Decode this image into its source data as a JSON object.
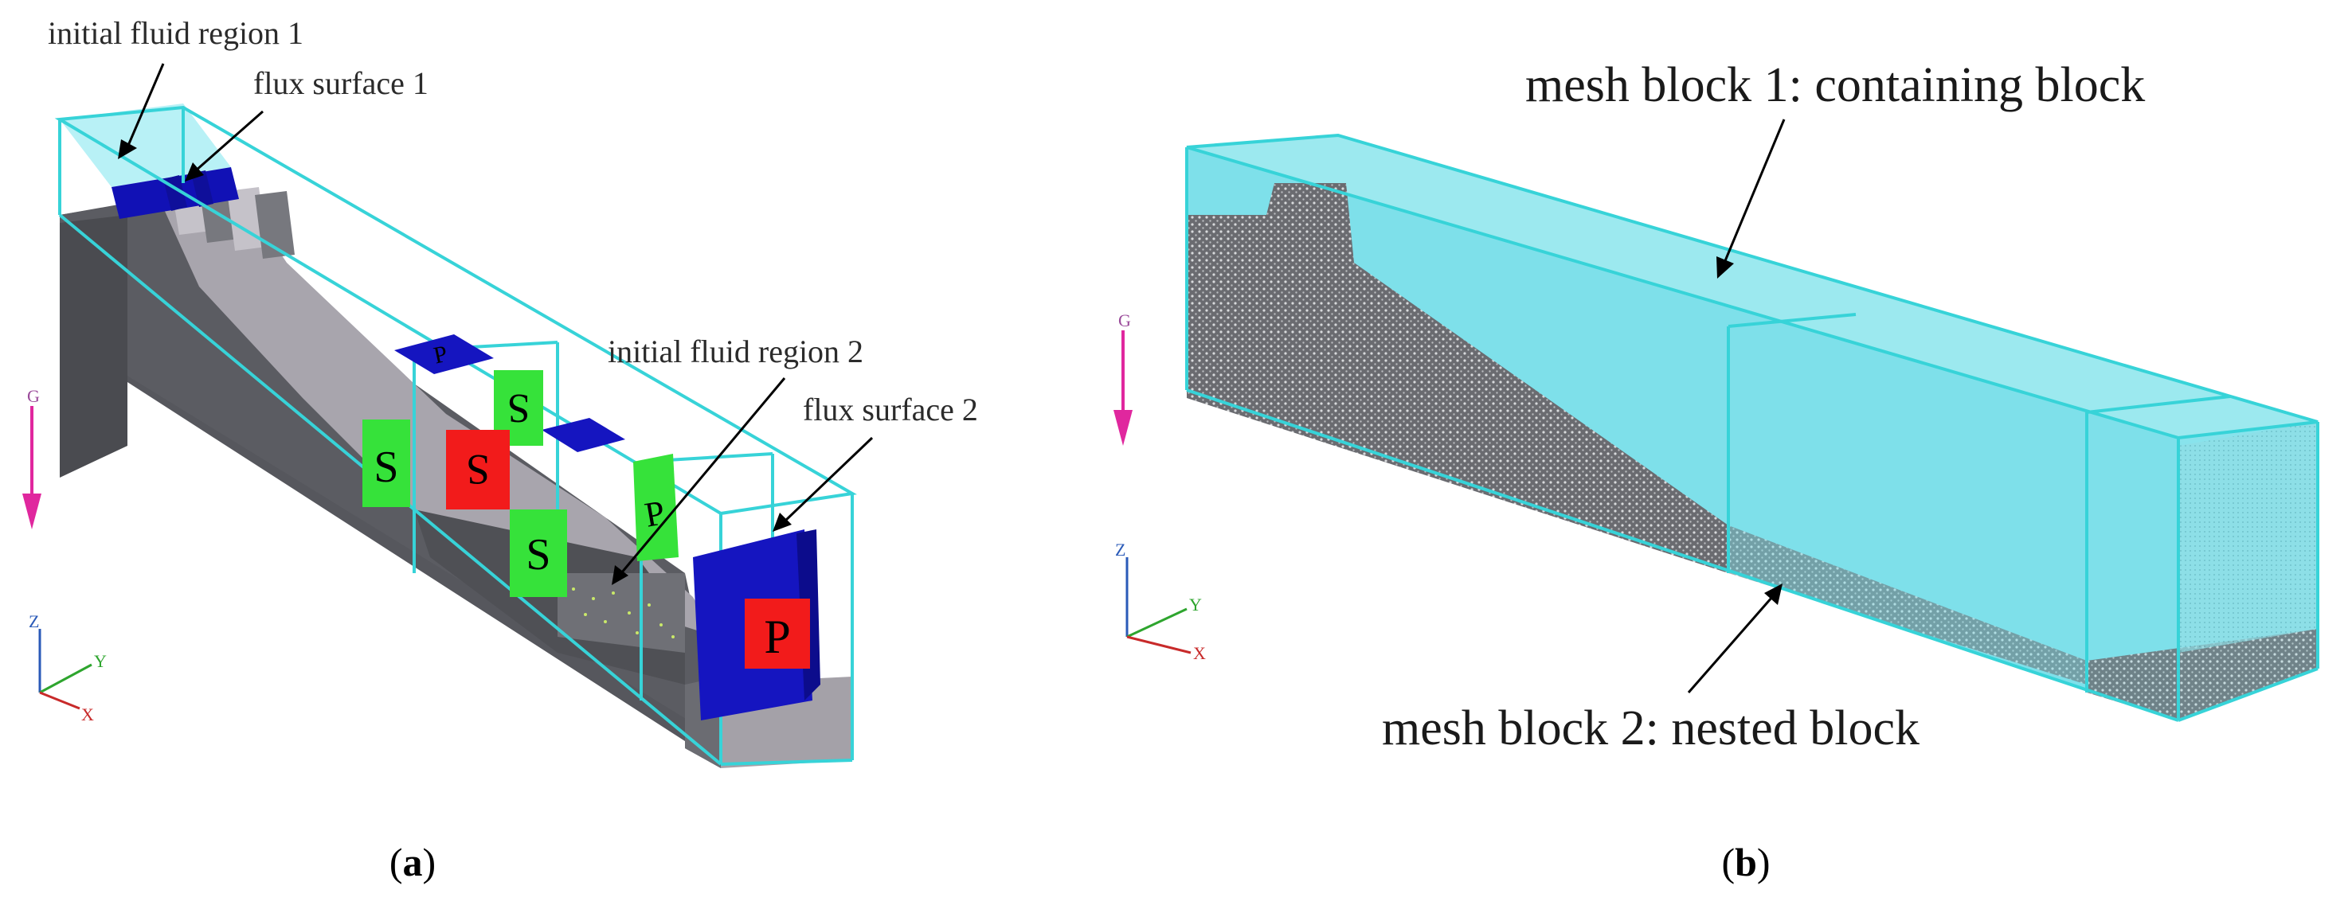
{
  "panel_a": {
    "labels": {
      "initial_fluid_region_1": "initial fluid region 1",
      "flux_surface_1": "flux surface 1",
      "initial_fluid_region_2": "initial fluid region 2",
      "flux_surface_2": "flux surface 2"
    },
    "gravity_label": "G",
    "axes": {
      "z": "Z",
      "y": "Y",
      "x": "X"
    },
    "boundary_letters": {
      "s": "S",
      "p": "P"
    },
    "caption": {
      "open": "(",
      "letter": "a",
      "close": ")"
    }
  },
  "panel_b": {
    "labels": {
      "mesh_block_1": "mesh block 1: containing block",
      "mesh_block_2": "mesh block 2: nested block"
    },
    "gravity_label": "G",
    "axes": {
      "z": "Z",
      "y": "Y",
      "x": "X"
    },
    "caption": {
      "open": "(",
      "letter": "b",
      "close": ")"
    }
  },
  "colors": {
    "outline": "#37d3d8",
    "fluid_fill": "#7fe3ee",
    "solid_gray": "#5c5d63",
    "solid_light": "#a6a3aa",
    "flux_blue": "#1111b5",
    "symmetry_green": "#36e23a",
    "pressure_red": "#f11c1c",
    "gravity_magenta": "#e0279e"
  }
}
